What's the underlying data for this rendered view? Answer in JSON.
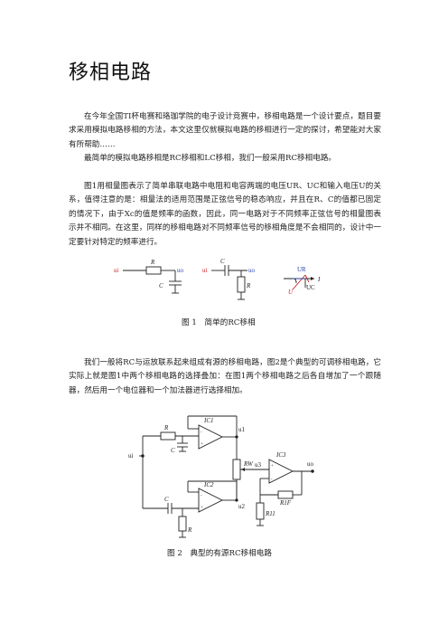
{
  "title": "移相电路",
  "paragraphs": [
    {
      "id": "intro",
      "text": "在今年全国TI杯电赛和珞珈学院的电子设计竞赛中，移相电路是一个设计要点，题目要求采用模拟电路移相的方法，本文这里仅就模拟电路的移相进行一定的探讨，希望能对大家有所帮助……"
    },
    {
      "id": "simple",
      "text": "最简单的模拟电路移相是RC移相和LC移相，我们一般采用RC移相电路。"
    },
    {
      "id": "fig1-desc",
      "text": "图1用相量图表示了简单串联电路中电阻和电容两端的电压UR、UC和输入电压U的关系，值得注意的是：相量法的适用范围是正弦信号的稳态响应，并且在R、C的值都已固定的情况下，由于Xc的值是频率的函数，因此，同一电路对于不同频率正弦信号的相量图表示并不相同。在这里，同样的移相电路对不同频率信号的移相角度是不会相同的，设计中一定要针对特定的频率进行。"
    },
    {
      "id": "fig2-desc",
      "text": "我们一般将RC与运放联系起来组成有源的移相电路，图2是个典型的可调移相电路，它实际上就是图1中两个移相电路的选择叠加：在图1两个移相电路之后各自增加了一个跟随器，然后用一个电位器和一个加法器进行选择相加。"
    }
  ],
  "figure1": {
    "caption_label": "图 1",
    "caption_text": "简单的RC移相",
    "labels": {
      "ui": "ui",
      "uo": "uo",
      "R": "R",
      "C": "C",
      "UR": "UR",
      "UC": "UC",
      "I": "I",
      "U": "U"
    }
  },
  "figure2": {
    "caption_label": "图 2",
    "caption_text": "典型的有源RC移相电路",
    "labels": {
      "ui": "ui",
      "R_top": "R",
      "C_top": "C",
      "IC1": "IC1",
      "u1": "u1",
      "C_bot": "C",
      "R_bot": "R",
      "IC2": "IC2",
      "u2": "u2",
      "RW": "RW",
      "u3": "u3",
      "IC3": "IC3",
      "uo": "uo",
      "R1F": "R1F",
      "R11": "R11"
    }
  },
  "colors": {
    "wire": "#222222",
    "label_red": "#cc2222",
    "label_blue": "#2244aa"
  }
}
